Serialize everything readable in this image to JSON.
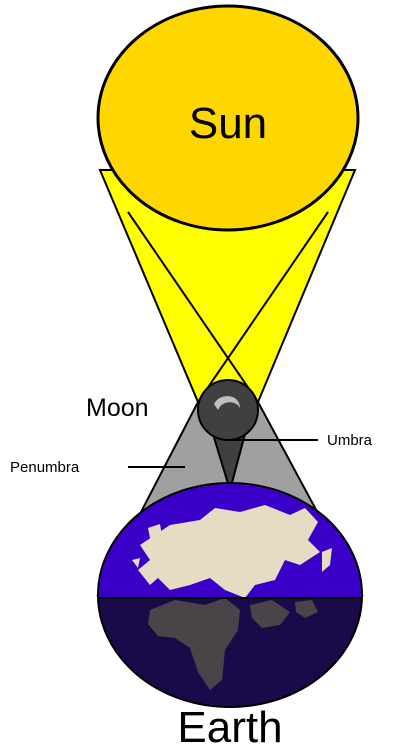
{
  "labels": {
    "sun": "Sun",
    "moon": "Moon",
    "umbra": "Umbra",
    "penumbra": "Penumbra",
    "earth": "Earth"
  },
  "colors": {
    "sun_fill": "#ffd700",
    "sun_rays": "#ffff00",
    "moon_fill": "#404040",
    "umbra": "#404040",
    "penumbra": "#a0a0a0",
    "earth_day_ocean": "#3a00c8",
    "earth_night": "#1a0a4a",
    "land_day": "#e6dcc4",
    "land_night": "#4a4448",
    "outline": "#000000"
  }
}
